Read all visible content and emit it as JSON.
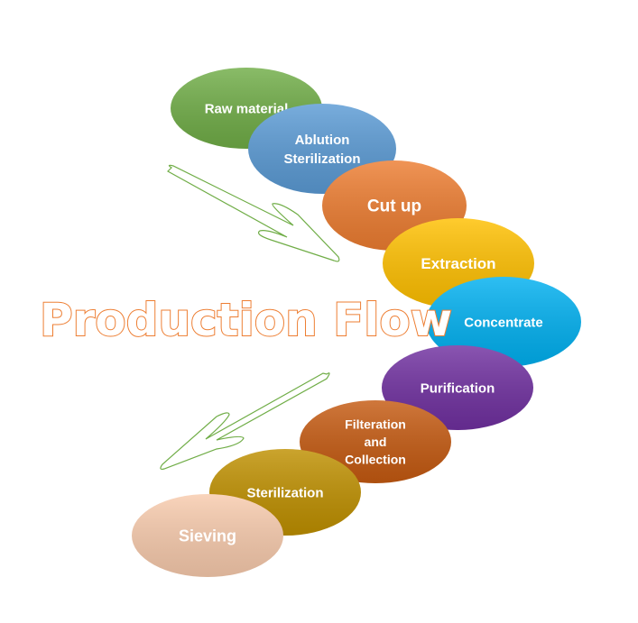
{
  "title": "Production Flow",
  "steps": [
    {
      "lines": [
        "Raw material"
      ],
      "color": "#70ad47"
    },
    {
      "lines": [
        "Ablution",
        "Sterilization"
      ],
      "color": "#5b9bd5"
    },
    {
      "lines": [
        "Cut up"
      ],
      "color": "#ed7d31"
    },
    {
      "lines": [
        "Extraction"
      ],
      "color": "#ffc000"
    },
    {
      "lines": [
        "Concentrate"
      ],
      "color": "#00b0f0"
    },
    {
      "lines": [
        "Purification"
      ],
      "color": "#7030a0"
    },
    {
      "lines": [
        "Filteration",
        "and",
        "Collection"
      ],
      "color": "#c55a11"
    },
    {
      "lines": [
        "Sterilization"
      ],
      "color": "#bf9000"
    },
    {
      "lines": [
        "Sieving"
      ],
      "color": "#f8cbad"
    }
  ],
  "arrow_color": "#70ad47"
}
